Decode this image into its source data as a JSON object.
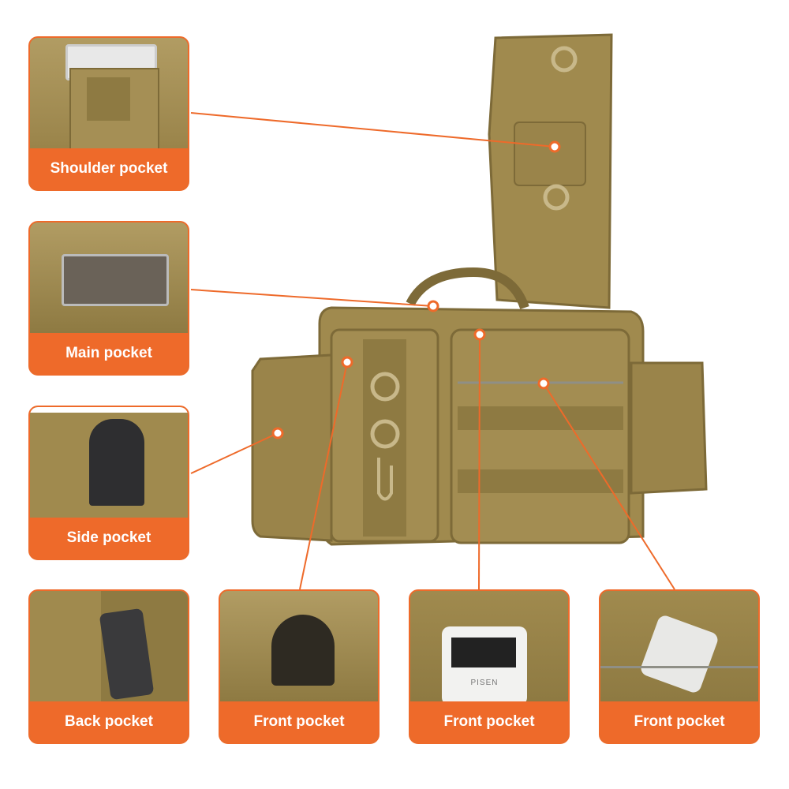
{
  "callouts": [
    {
      "label": "Shoulder pocket"
    },
    {
      "label": "Main pocket"
    },
    {
      "label": "Side pocket"
    },
    {
      "label": "Back pocket"
    },
    {
      "label": "Front pocket"
    },
    {
      "label": "Front pocket"
    },
    {
      "label": "Front pocket"
    }
  ],
  "power_bank_brand": "PISEN",
  "colors": {
    "accent": "#ee6a2a",
    "bag": "#a08a4e",
    "bag_dark": "#7d6a38"
  }
}
